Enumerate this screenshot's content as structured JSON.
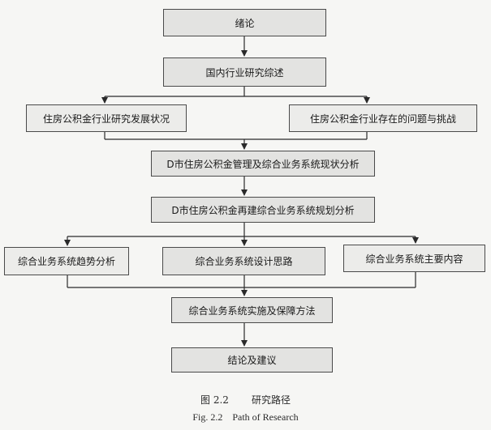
{
  "diagram": {
    "nodes": {
      "intro": "绪论",
      "review": "国内行业研究综述",
      "research_status": "住房公积金行业研究发展状况",
      "problems": "住房公积金行业存在的问题与挑战",
      "current_analysis": "D市住房公积金管理及综合业务系统现状分析",
      "planning_analysis": "D市住房公积金再建综合业务系统规划分析",
      "trend_analysis": "综合业务系统趋势分析",
      "design_ideas": "综合业务系统设计思路",
      "main_content": "综合业务系统主要内容",
      "implementation": "综合业务系统实施及保障方法",
      "conclusion": "结论及建议"
    }
  },
  "caption": {
    "cn_number": "图 2.2",
    "cn_title": "研究路径",
    "en": "Fig. 2.2    Path of Research"
  }
}
